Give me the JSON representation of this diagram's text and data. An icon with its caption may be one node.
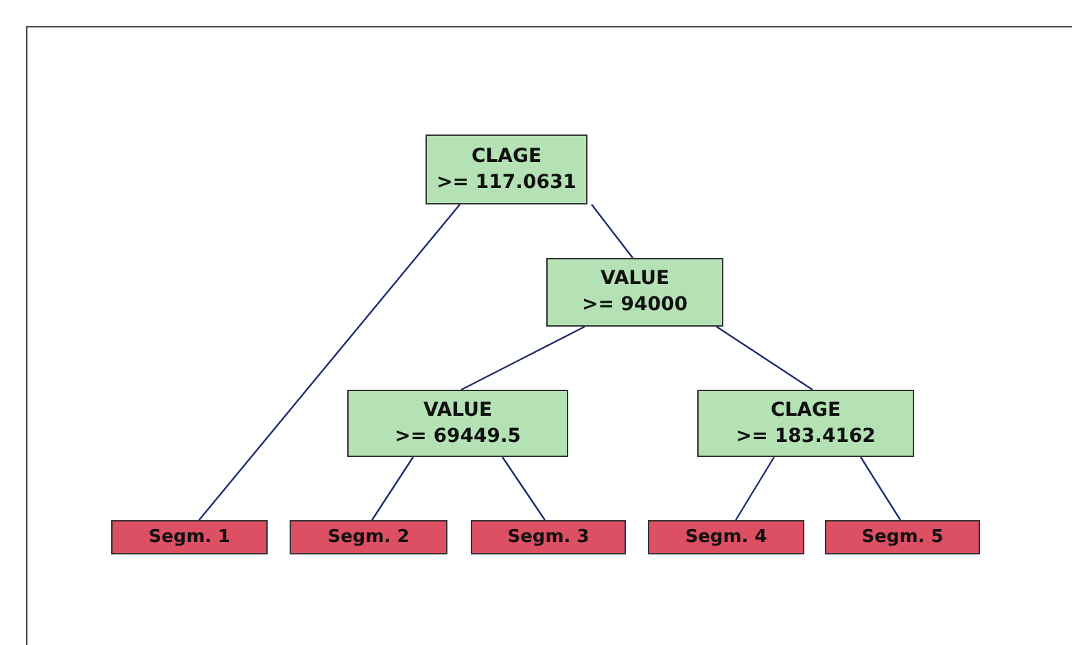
{
  "diagram": {
    "nodes": [
      {
        "text": [
          "CLAGE",
          ">= 117.0631"
        ]
      },
      {
        "text": [
          "VALUE",
          ">= 94000"
        ]
      },
      {
        "text": [
          "VALUE",
          ">= 69449.5"
        ]
      },
      {
        "text": [
          "CLAGE",
          ">= 183.4162"
        ]
      },
      {
        "text": [
          "Segm. 1"
        ]
      },
      {
        "text": [
          "Segm. 2"
        ]
      },
      {
        "text": [
          "Segm. 3"
        ]
      },
      {
        "text": [
          "Segm. 4"
        ]
      },
      {
        "text": [
          "Segm. 5"
        ]
      }
    ],
    "edges": [
      {
        "from": 0,
        "to": 4,
        "arrow": "none"
      },
      {
        "from": 0,
        "to": 1,
        "arrow": "none"
      },
      {
        "from": 1,
        "to": 2,
        "arrow": "none"
      },
      {
        "from": 1,
        "to": 3,
        "arrow": "none"
      },
      {
        "from": 2,
        "to": 5,
        "arrow": "none"
      },
      {
        "from": 2,
        "to": 6,
        "arrow": "none"
      },
      {
        "from": 3,
        "to": 7,
        "arrow": "none"
      },
      {
        "from": 3,
        "to": 8,
        "arrow": "none"
      }
    ]
  }
}
